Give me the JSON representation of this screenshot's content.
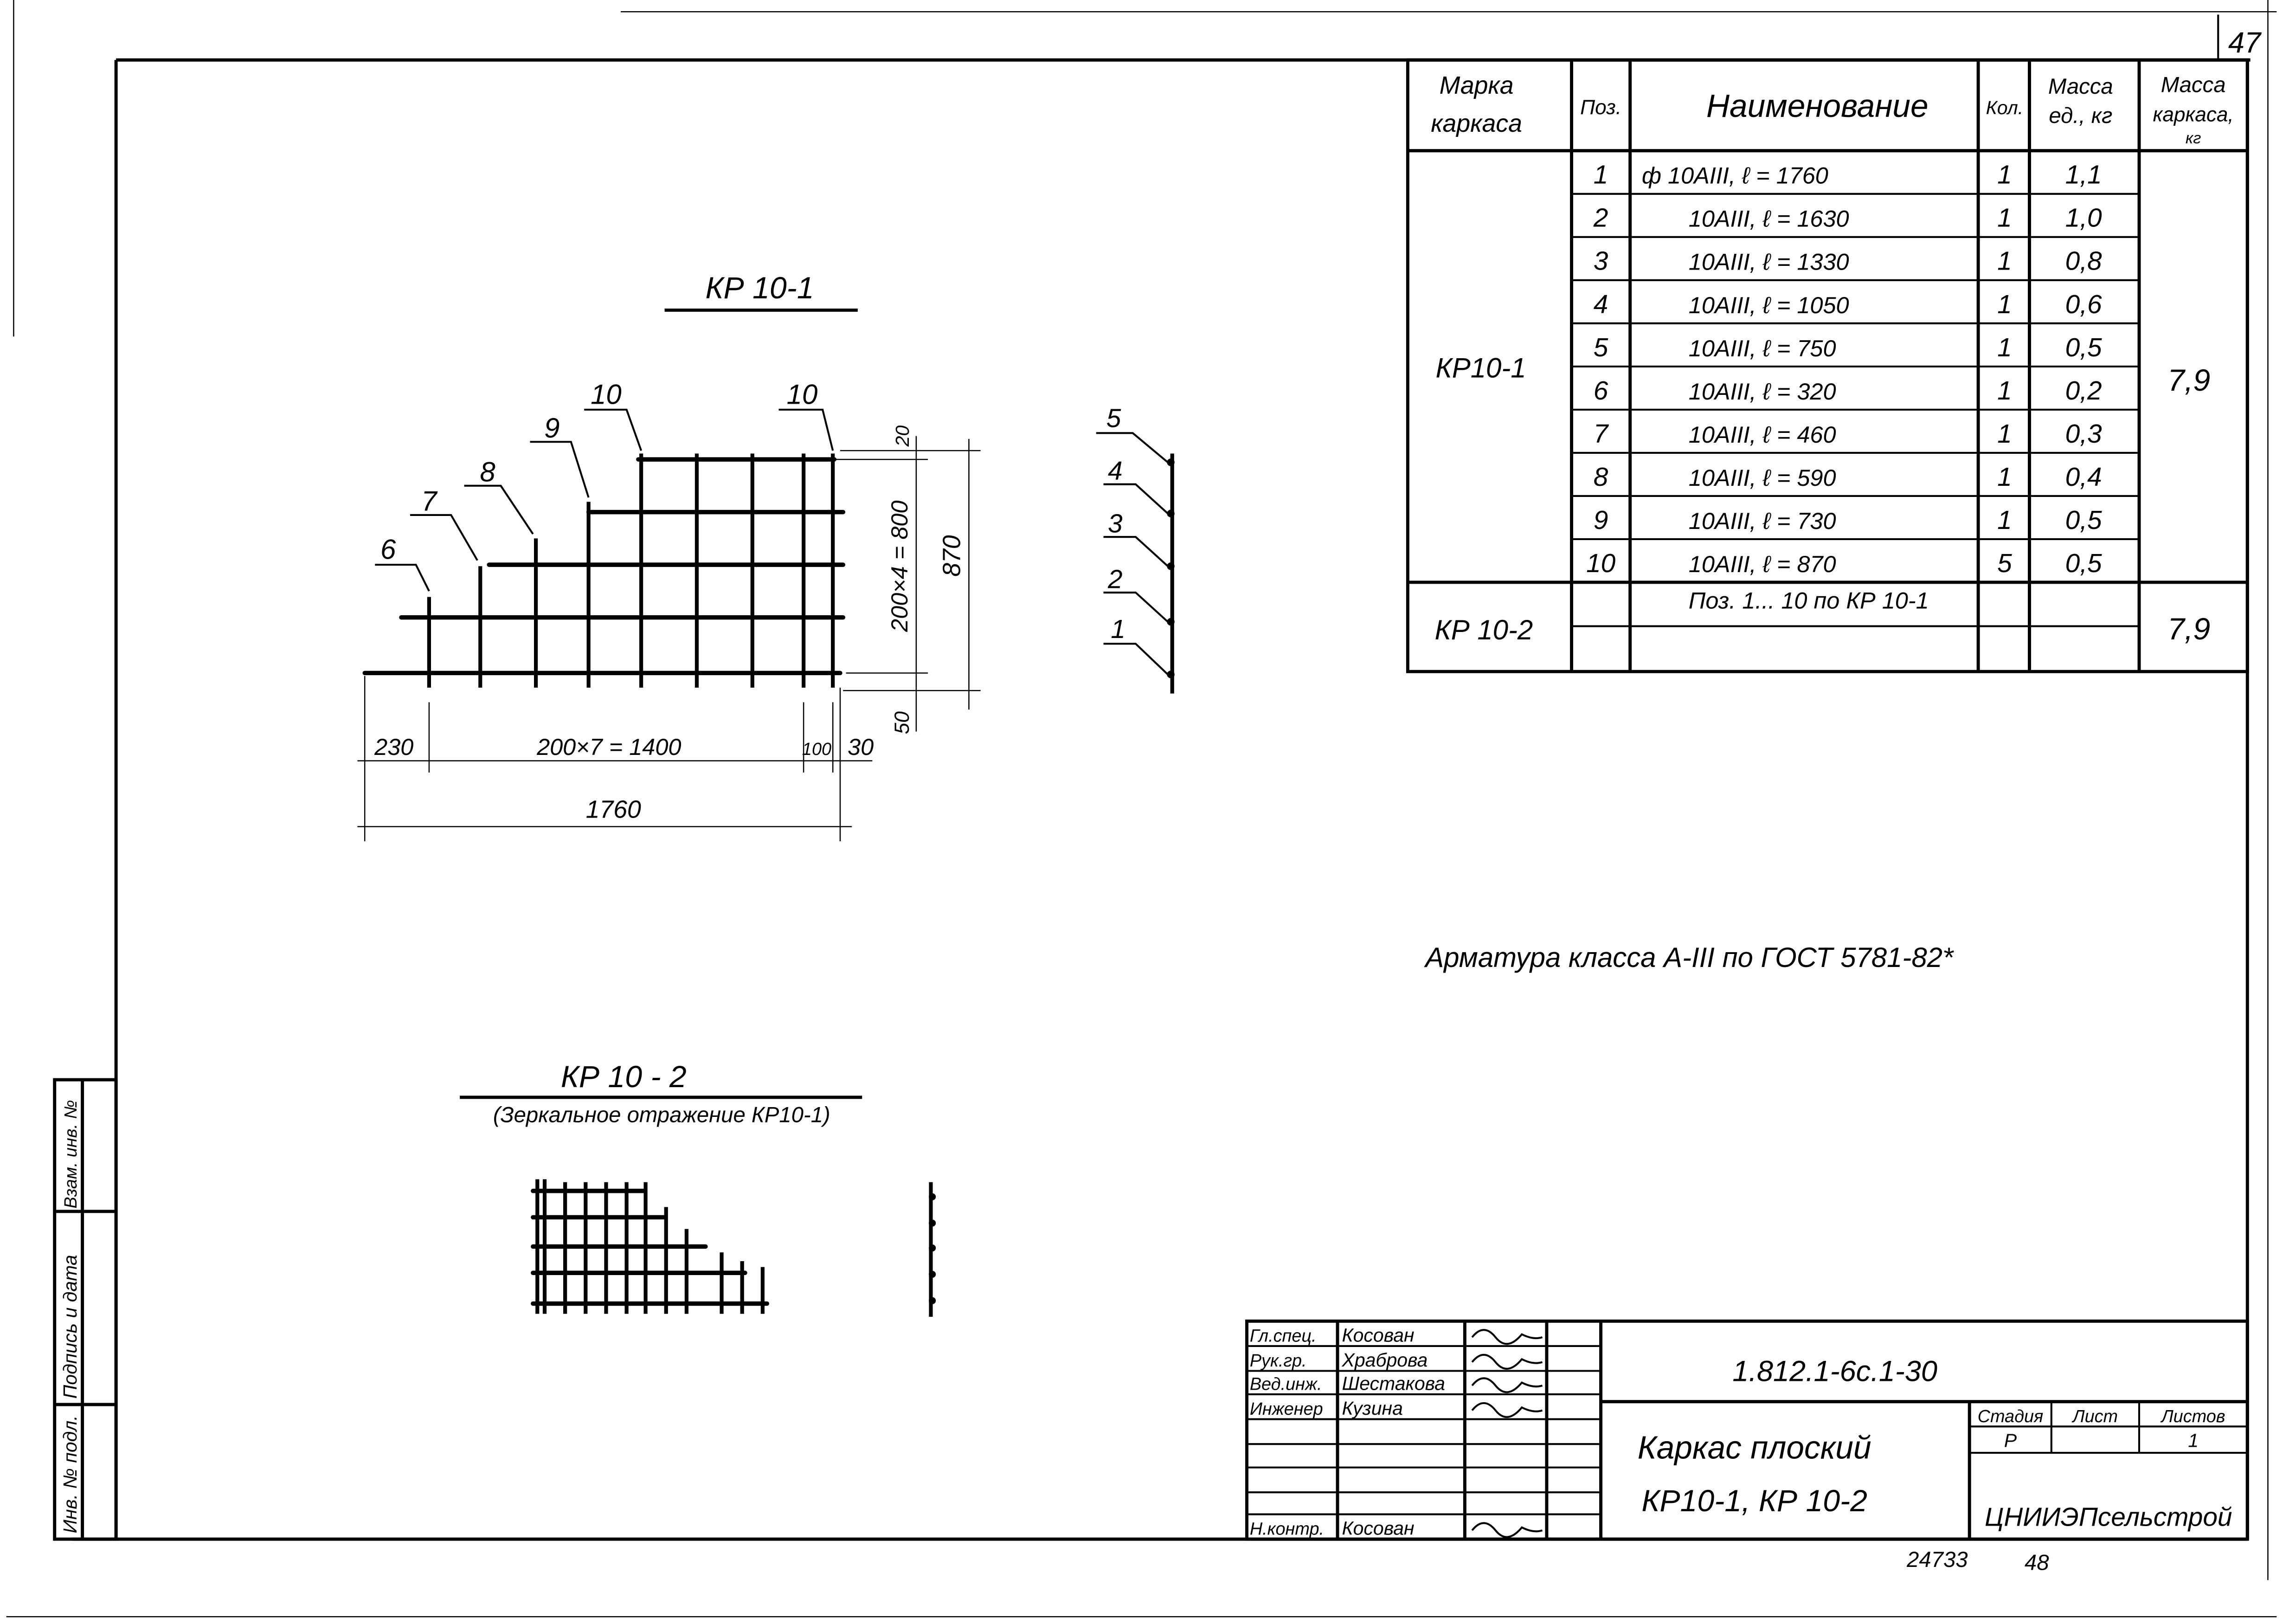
{
  "sheet_number": "47",
  "side_stamp": {
    "labels": [
      "Инв. № подл.",
      "Подпись и дата",
      "Взам. инв. №"
    ]
  },
  "spec_table": {
    "headers": {
      "mark": [
        "Марка",
        "каркаса"
      ],
      "pos": "Поз.",
      "name": "Наименование",
      "qty": "Кол.",
      "unit_mass": [
        "Масса",
        "ед., кг"
      ],
      "frame_mass": [
        "Масса",
        "каркаса,",
        "кг"
      ]
    },
    "groups": [
      {
        "mark": "КР10-1",
        "frame_mass": "7,9",
        "rows": [
          {
            "pos": "1",
            "name": "ф 10АIII,  ℓ = 1760",
            "qty": "1",
            "unit_mass": "1,1"
          },
          {
            "pos": "2",
            "name": "10АIII,  ℓ = 1630",
            "qty": "1",
            "unit_mass": "1,0"
          },
          {
            "pos": "3",
            "name": "10АIII,  ℓ = 1330",
            "qty": "1",
            "unit_mass": "0,8"
          },
          {
            "pos": "4",
            "name": "10АIII,  ℓ = 1050",
            "qty": "1",
            "unit_mass": "0,6"
          },
          {
            "pos": "5",
            "name": "10АIII,  ℓ = 750",
            "qty": "1",
            "unit_mass": "0,5"
          },
          {
            "pos": "6",
            "name": "10АIII,  ℓ = 320",
            "qty": "1",
            "unit_mass": "0,2"
          },
          {
            "pos": "7",
            "name": "10АIII,  ℓ = 460",
            "qty": "1",
            "unit_mass": "0,3"
          },
          {
            "pos": "8",
            "name": "10АIII,  ℓ = 590",
            "qty": "1",
            "unit_mass": "0,4"
          },
          {
            "pos": "9",
            "name": "10АIII,  ℓ = 730",
            "qty": "1",
            "unit_mass": "0,5"
          },
          {
            "pos": "10",
            "name": "10АIII,  ℓ = 870",
            "qty": "5",
            "unit_mass": "0,5"
          }
        ]
      },
      {
        "mark": "КР 10-2",
        "frame_mass": "7,9",
        "rows": [
          {
            "pos": "",
            "name": "Поз. 1... 10 по КР 10-1",
            "qty": "",
            "unit_mass": ""
          },
          {
            "pos": "",
            "name": "",
            "qty": "",
            "unit_mass": ""
          }
        ]
      }
    ]
  },
  "drawing_kp10_1": {
    "title": "КР 10-1",
    "callouts": [
      "6",
      "7",
      "8",
      "9",
      "10",
      "10"
    ],
    "side_callouts": [
      "5",
      "4",
      "3",
      "2",
      "1"
    ],
    "dims": {
      "left": "230",
      "pitch_x": "200×7 = 1400",
      "right_a": "100",
      "right_b": "30",
      "total_x": "1760",
      "top": "20",
      "pitch_y": "200×4 = 800",
      "bottom": "50",
      "total_y": "870"
    }
  },
  "drawing_kp10_2": {
    "title": "КР 10 - 2",
    "subtitle": "(Зеркальное отражение КР10-1)"
  },
  "note": "Арматура класса А-III по ГОСТ 5781-82*",
  "title_block": {
    "people": [
      {
        "role": "Гл.спец.",
        "name": "Косован"
      },
      {
        "role": "Рук.гр.",
        "name": "Храброва"
      },
      {
        "role": "Вед.инж.",
        "name": "Шестакова"
      },
      {
        "role": "Инженер",
        "name": "Кузина"
      },
      {
        "role": "",
        "name": ""
      },
      {
        "role": "",
        "name": ""
      },
      {
        "role": "",
        "name": ""
      },
      {
        "role": "Н.контр.",
        "name": "Косован"
      }
    ],
    "document_code": "1.812.1-6с.1-30",
    "title_line1": "Каркас плоский",
    "title_line2": "КР10-1, КР 10-2",
    "stage_label": "Стадия",
    "sheet_label": "Лист",
    "sheets_label": "Листов",
    "stage": "Р",
    "sheet": "",
    "sheets": "1",
    "organization": "ЦНИИЭПсельстрой"
  },
  "footer": {
    "inventory": "24733",
    "page": "48"
  }
}
